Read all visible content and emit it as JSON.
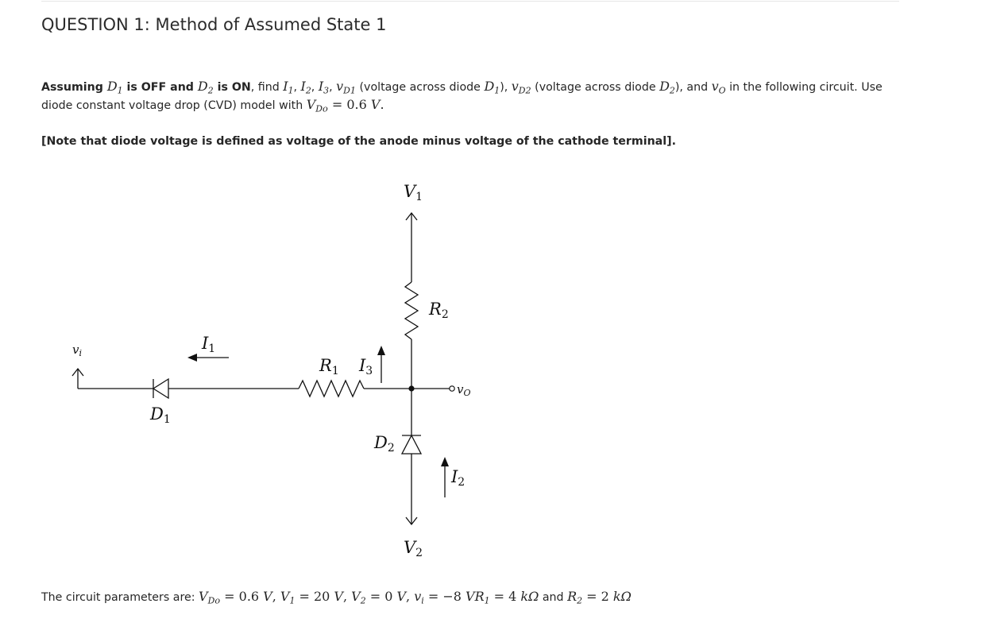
{
  "question": {
    "title": "QUESTION 1: Method of Assumed State 1",
    "line1_prefix": "Assuming ",
    "d1": "D",
    "d1_sub": "1",
    "off_text": " is OFF and ",
    "d2": "D",
    "d2_sub": "2",
    "on_text": " is ON",
    "find_text": ", find ",
    "i1": "I",
    "i1_sub": "1",
    "comma": ", ",
    "i2": "I",
    "i2_sub": "2",
    "i3": "I",
    "i3_sub": "3",
    "vd1": "v",
    "vd1_sub": "D",
    "vd1_subsub": "1",
    "vd1_desc": " (voltage across diode ",
    "close_desc": "), ",
    "vd2": "v",
    "vd2_sub": "D",
    "vd2_subsub": "2",
    "vd2_desc": " (voltage across diode ",
    "close_and": "), and ",
    "vo": "v",
    "vo_sub": "O",
    "line1_suffix": " in the following circuit. Use",
    "line2_prefix": "diode constant voltage drop (CVD) model with ",
    "vdo": "V",
    "vdo_sub": "D",
    "vdo_subsub": "o",
    "vdo_value": " = 0.6 ",
    "vdo_unit": "V",
    "vdo_dot": ".",
    "note": "[Note that diode voltage is defined as voltage of the anode minus voltage of the cathode terminal]."
  },
  "circuit": {
    "v1_label": "V",
    "v1_sub": "1",
    "v2_label": "V",
    "v2_sub": "2",
    "vi_label": "v",
    "vi_sub": "i",
    "vo_label": "v",
    "vo_sub": "O",
    "r1_label": "R",
    "r1_sub": "1",
    "r2_label": "R",
    "r2_sub": "2",
    "i1_label": "I",
    "i1_sub": "1",
    "i2_label": "I",
    "i2_sub": "2",
    "i3_label": "I",
    "i3_sub": "3",
    "d1_label": "D",
    "d1_sub": "1",
    "d2_label": "D",
    "d2_sub": "2"
  },
  "parameters": {
    "prefix": "The circuit parameters are: ",
    "vdo": "V",
    "vdo_sub": "D",
    "vdo_subsub": "o",
    "vdo_val": " = 0.6 ",
    "v_unit": "V",
    "sep": ", ",
    "v1": "V",
    "v1_sub": "1",
    "v1_val": " = 20 ",
    "v2": "V",
    "v2_sub": "2",
    "v2_val": " = 0 ",
    "vi": "v",
    "vi_sub": "i",
    "vi_val": " = −8 ",
    "r1": "R",
    "r1_sub": "1",
    "r1_val": " = 4 ",
    "kohm": "kΩ",
    "and_text": " and ",
    "r2": "R",
    "r2_sub": "2",
    "r2_val": " = 2 "
  }
}
